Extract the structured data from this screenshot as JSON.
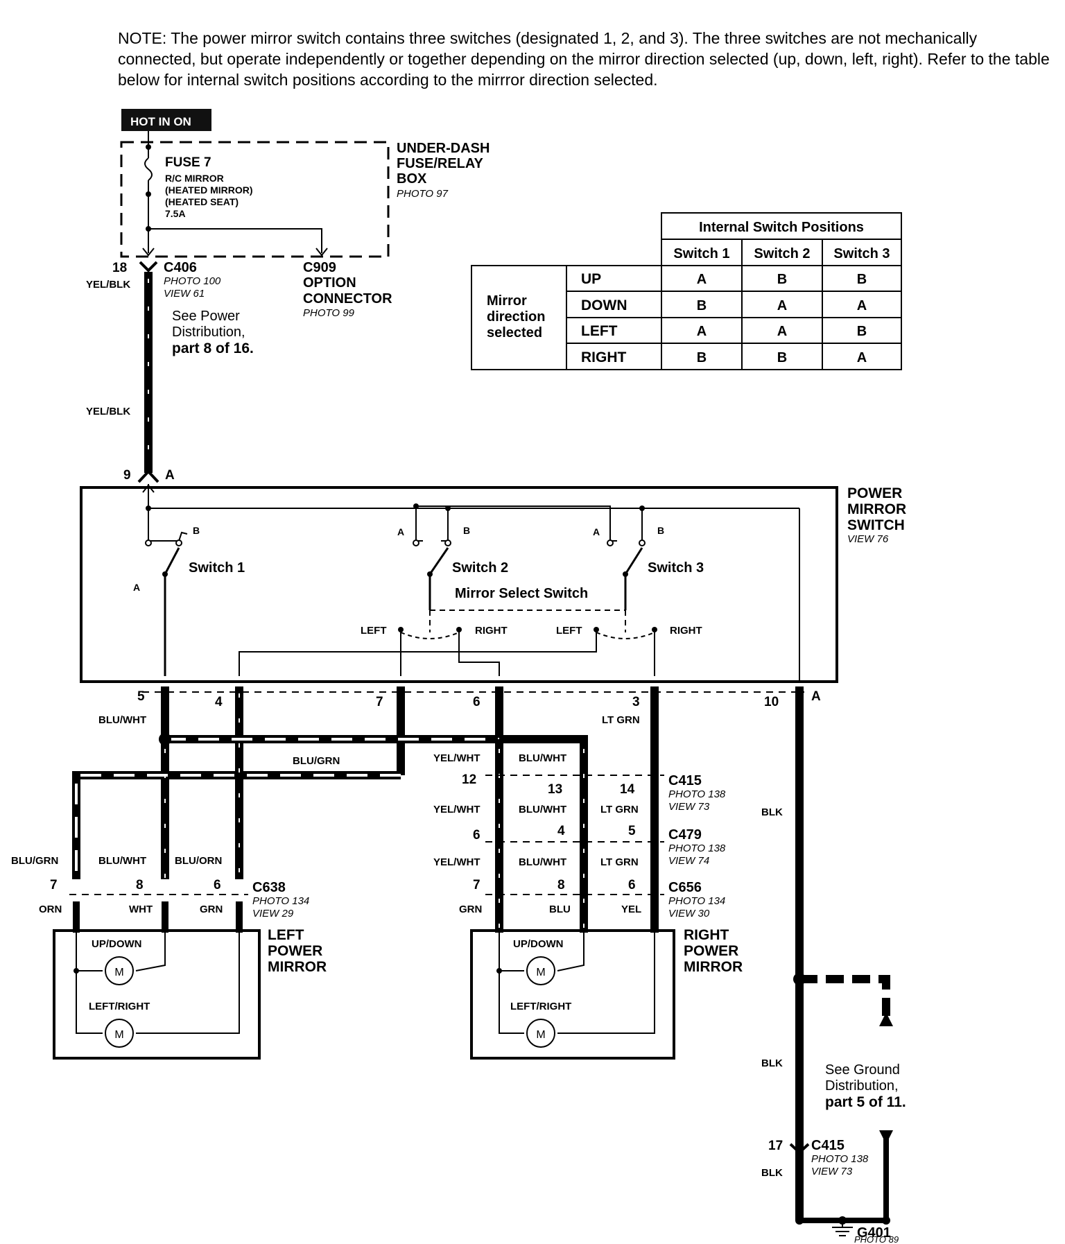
{
  "note": "NOTE: The power mirror switch contains three switches (designated 1, 2, and 3). The three switches are not mechanically connected, but operate independently or together depending on the mirror direction selected (up, down, left, right). Refer to the table below for internal switch positions according to the mirrror direction selected.",
  "hot_label": "HOT IN ON",
  "fuse_box": {
    "fuse_name": "FUSE 7",
    "fuse_line1": "R/C MIRROR",
    "fuse_line2": "(HEATED MIRROR)",
    "fuse_line3": "(HEATED SEAT)",
    "fuse_rating": "7.5A",
    "name1": "UNDER-DASH",
    "name2": "FUSE/RELAY",
    "name3": "BOX",
    "photo": "PHOTO 97"
  },
  "c406": {
    "pin": "18",
    "name": "C406",
    "photo": "PHOTO 100",
    "view": "VIEW 61",
    "wire": "YEL/BLK"
  },
  "c909": {
    "name": "C909",
    "name2": "OPTION",
    "name3": "CONNECTOR",
    "photo": "PHOTO 99"
  },
  "power_ref": {
    "line1": "See Power",
    "line2": "Distribution,",
    "line3": "part  8 of 16."
  },
  "wire_yelblk2": "YEL/BLK",
  "switch_input": {
    "pin": "9",
    "letter": "A"
  },
  "table": {
    "header": "Internal Switch Positions",
    "row_label1": "Mirror",
    "row_label2": "direction",
    "row_label3": "selected",
    "columns": [
      "Switch 1",
      "Switch 2",
      "Switch 3"
    ],
    "rows": [
      {
        "dir": "UP",
        "values": [
          "A",
          "B",
          "B"
        ]
      },
      {
        "dir": "DOWN",
        "values": [
          "B",
          "A",
          "A"
        ]
      },
      {
        "dir": "LEFT",
        "values": [
          "A",
          "A",
          "B"
        ]
      },
      {
        "dir": "RIGHT",
        "values": [
          "B",
          "B",
          "A"
        ]
      }
    ]
  },
  "power_mirror_switch": {
    "name1": "POWER",
    "name2": "MIRROR",
    "name3": "SWITCH",
    "view": "VIEW 76",
    "switch1": "Switch 1",
    "switch2": "Switch 2",
    "switch3": "Switch 3",
    "select": "Mirror Select Switch",
    "left": "LEFT",
    "right": "RIGHT",
    "pos_a": "A",
    "pos_b": "B"
  },
  "switch_pins": {
    "p5": "5",
    "p4": "4",
    "p7": "7",
    "p6": "6",
    "p3": "3",
    "p10": "10",
    "a": "A"
  },
  "wires": {
    "bluwht": "BLU/WHT",
    "blugrn": "BLU/GRN",
    "yelwht": "YEL/WHT",
    "ltgrn": "LT GRN",
    "blk": "BLK",
    "bluorn": "BLU/ORN",
    "orn": "ORN",
    "wht": "WHT",
    "grn": "GRN",
    "blu": "BLU",
    "yel": "YEL"
  },
  "c415": {
    "name": "C415",
    "photo": "PHOTO 138",
    "view": "VIEW 73",
    "p12": "12",
    "p13": "13",
    "p14": "14"
  },
  "c479": {
    "name": "C479",
    "photo": "PHOTO 138",
    "view": "VIEW 74",
    "p6": "6",
    "p4": "4",
    "p5": "5"
  },
  "c638": {
    "name": "C638",
    "photo": "PHOTO 134",
    "view": "VIEW 29",
    "p7": "7",
    "p8": "8",
    "p6": "6"
  },
  "c656": {
    "name": "C656",
    "photo": "PHOTO 134",
    "view": "VIEW 30",
    "p7": "7",
    "p8": "8",
    "p6": "6"
  },
  "left_mirror": {
    "name1": "LEFT",
    "name2": "POWER",
    "name3": "MIRROR",
    "updown": "UP/DOWN",
    "leftright": "LEFT/RIGHT",
    "motor": "M"
  },
  "right_mirror": {
    "name1": "RIGHT",
    "name2": "POWER",
    "name3": "MIRROR",
    "updown": "UP/DOWN",
    "leftright": "LEFT/RIGHT",
    "motor": "M"
  },
  "ground_ref": {
    "line1": "See Ground",
    "line2": "Distribution,",
    "line3": "part 5 of 11."
  },
  "c415_ground": {
    "pin": "17",
    "name": "C415",
    "photo": "PHOTO 138",
    "view": "VIEW 73"
  },
  "g401": {
    "name": "G401",
    "photo": "PHOTO 89"
  }
}
